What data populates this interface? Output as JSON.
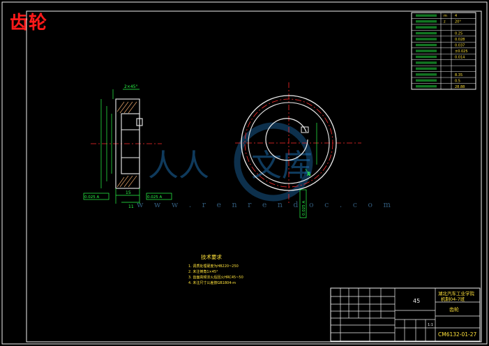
{
  "drawing": {
    "title": "齿轮",
    "watermark_url": "w w w . r e n r e n d o c . c o m"
  },
  "param_table": {
    "rows": [
      [
        "",
        "m",
        "4"
      ],
      [
        "",
        "z",
        "20°"
      ],
      [
        "",
        "",
        ""
      ],
      [
        "",
        "",
        "0.25"
      ],
      [
        "",
        "",
        "0.028"
      ],
      [
        "",
        "",
        "0.037"
      ],
      [
        "",
        "",
        "±0.025"
      ],
      [
        "",
        "",
        "0.014"
      ],
      [
        "",
        "",
        ""
      ],
      [
        "",
        "",
        ""
      ],
      [
        "",
        "",
        "8.35"
      ],
      [
        "",
        "",
        "0.5"
      ],
      [
        "",
        "",
        "28.88"
      ]
    ]
  },
  "tech_notes": {
    "heading": "技术要求",
    "lines": [
      "1. 调质处理硬度为HB220~250",
      "2. 未注倒角1×45°",
      "3. 齿面高频淬火后回火HRC45~50",
      "4. 未注尺寸公差按GB1804-m"
    ]
  },
  "title_block": {
    "material": "45",
    "school_line1": "湖北汽车工业学院",
    "school_line2": "机制04-7班",
    "part_name": "齿轮",
    "drawing_no": "CM6132-01-27",
    "ratio": "1:1"
  },
  "side_view_labels": {
    "tol1": "0.025 A",
    "tol2": "0.025 A",
    "dim_width": "15",
    "dim_hub": "11",
    "dim_angle": "2×45°"
  },
  "front_view_labels": {
    "datum": "A",
    "tol_vertical": "0.025 A"
  }
}
